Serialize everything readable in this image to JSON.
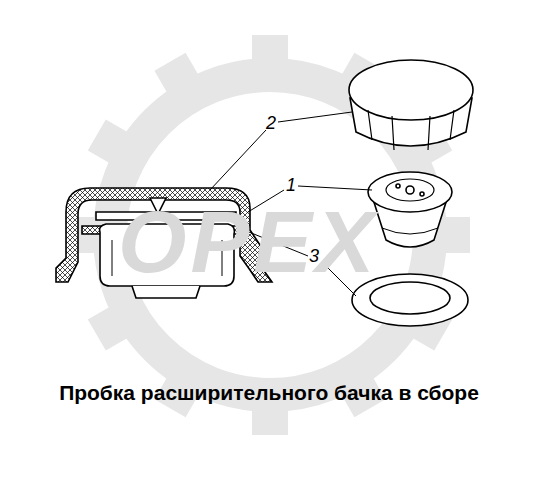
{
  "diagram": {
    "caption": "Пробка расширительного бачка в сборе",
    "labels": [
      "2",
      "1",
      "3",
      "OPEX"
    ]
  }
}
